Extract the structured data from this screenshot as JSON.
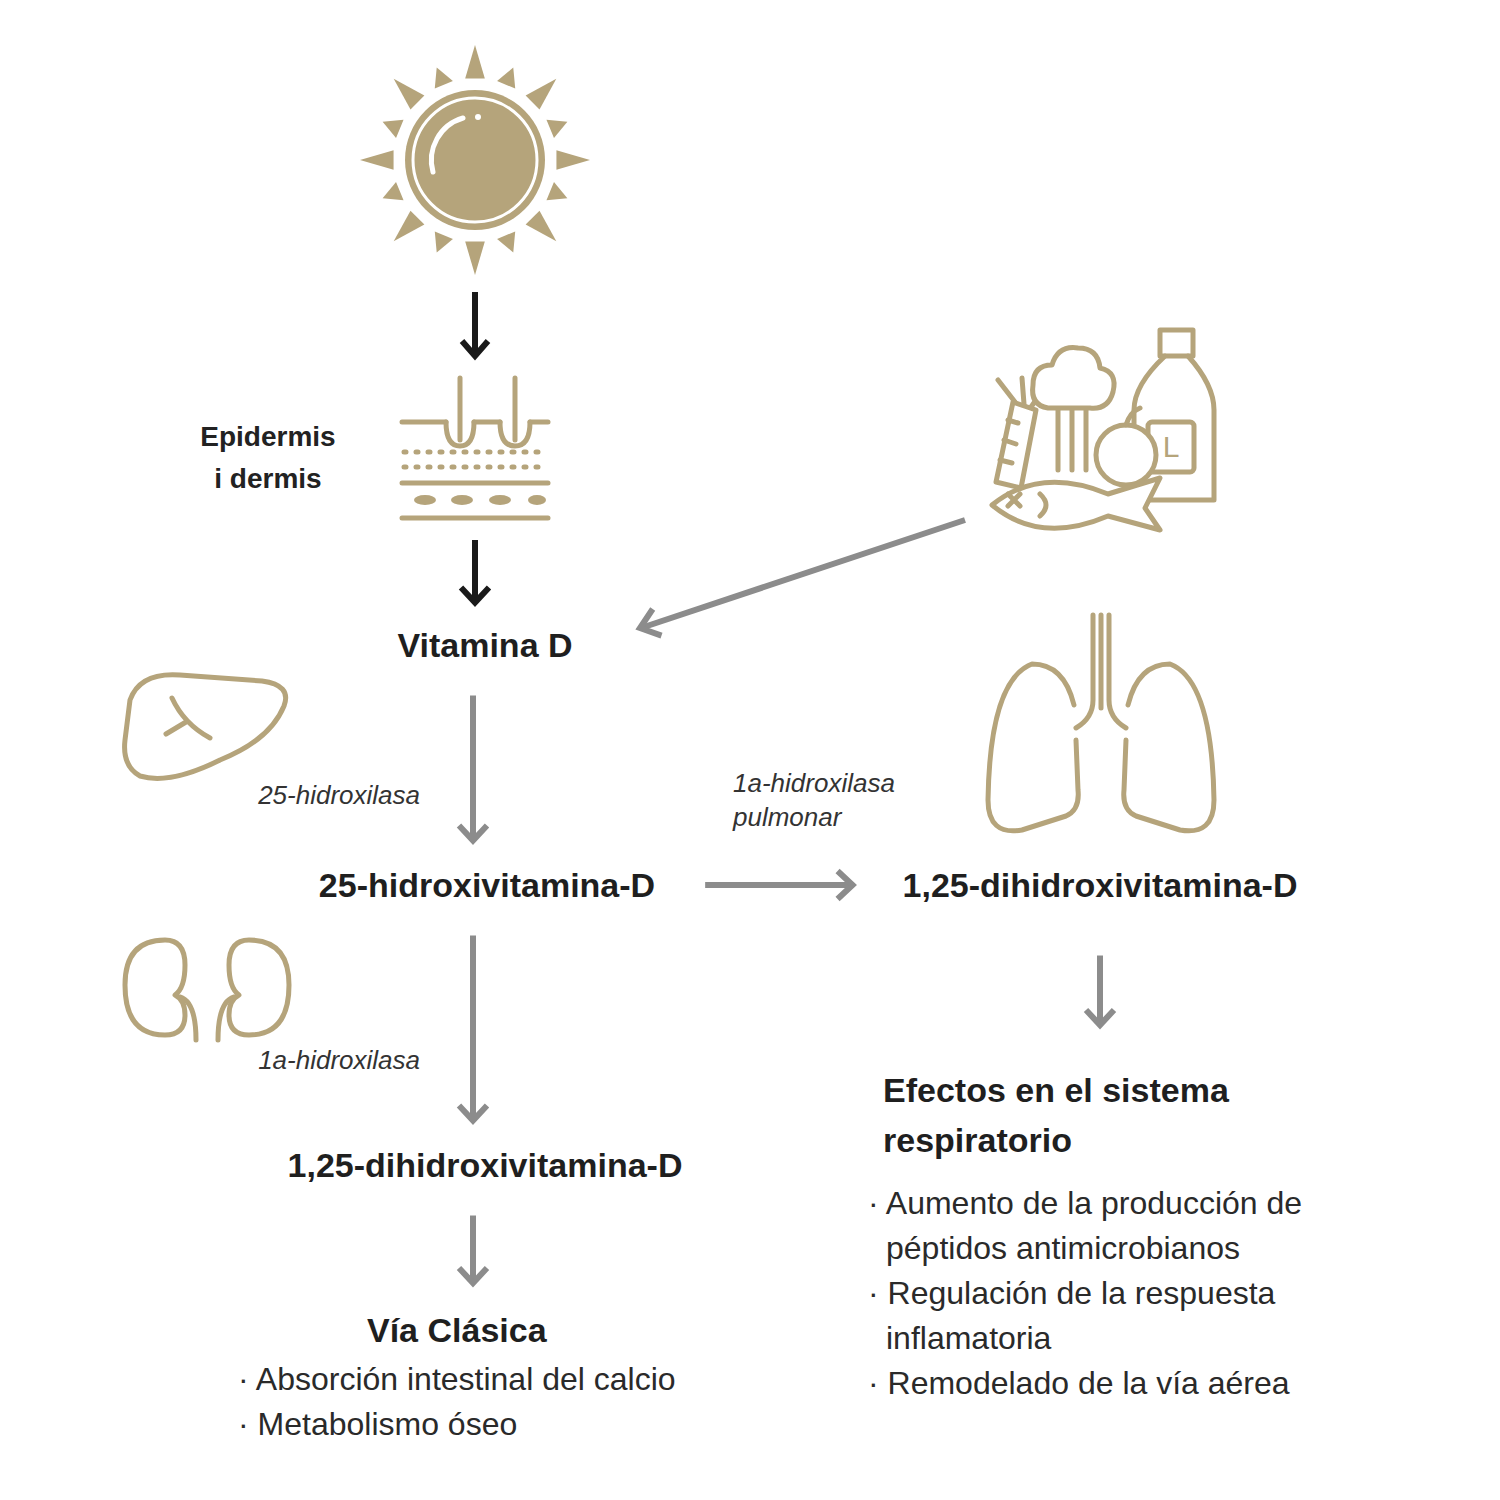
{
  "diagram": {
    "nodes": [
      {
        "text": [
          "Epidermis i dermis"
        ]
      },
      {
        "text": [
          "Vitamina D"
        ]
      },
      {
        "text": [
          "25-hidroxivitamina-D"
        ]
      },
      {
        "text": [
          "1,25-dihidroxivitamina-D"
        ]
      },
      {
        "text": [
          "Efectos en el sistema respiratorio",
          "· Aumento de la producción de péptidos antimicrobianos",
          "· Regulación de la respuesta inflamatoria",
          "· Remodelado de la vía aérea"
        ]
      },
      {
        "text": [
          "1,25-dihidroxivitamina-D"
        ]
      },
      {
        "text": [
          "Vía Clásica",
          "· Absorción intestinal del calcio",
          "· Metabolismo óseo"
        ]
      }
    ],
    "edges": [
      {
        "from": 0,
        "to": 1,
        "arrow": "to"
      },
      {
        "from": 1,
        "to": 2,
        "label": "25-hidroxilasa",
        "arrow": "to"
      },
      {
        "from": 2,
        "to": 3,
        "label": "1a-hidroxilasa pulmonar",
        "arrow": "to"
      },
      {
        "from": 2,
        "to": 5,
        "label": "1a-hidroxilasa",
        "arrow": "to"
      },
      {
        "from": 3,
        "to": 4,
        "arrow": "to"
      },
      {
        "from": 5,
        "to": 6,
        "arrow": "to"
      }
    ],
    "labels": [
      "L"
    ]
  }
}
